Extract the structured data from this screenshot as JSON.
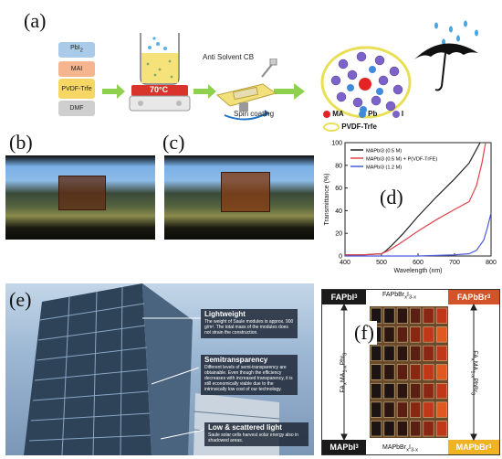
{
  "panels": {
    "a": "(a)",
    "b": "(b)",
    "c": "(c)",
    "d": "(d)",
    "e": "(e)",
    "f": "(f)"
  },
  "precursors": [
    "PbI2",
    "MAI",
    "PVDF-Trfe",
    "DMF"
  ],
  "colors": {
    "pbi2": "#a9cbe9",
    "mai": "#f4b58f",
    "pvdf": "#f6d766",
    "dmf": "#cfcfcf",
    "arrow": "#8fd14f",
    "hot_plate": "#d9342b"
  },
  "process": {
    "hot_plate_temp": "70°C",
    "anti_solvent": "Anti Solvent CB",
    "spin_coating": "Spin coating"
  },
  "legend_a": {
    "ma": "MA",
    "pb": "Pb",
    "i": "I",
    "pvdf": "PVDF-Trfe"
  },
  "chart_data": {
    "type": "line",
    "xlabel": "Wavelength (nm)",
    "ylabel": "Transmittance (%)",
    "xlim": [
      400,
      800
    ],
    "ylim": [
      0,
      100
    ],
    "xticks": [
      400,
      500,
      600,
      700,
      800
    ],
    "yticks": [
      0,
      20,
      40,
      60,
      80,
      100
    ],
    "series": [
      {
        "name": "MAPbI3 (0.5 M)",
        "color": "#222222",
        "x": [
          400,
          450,
          500,
          510,
          530,
          560,
          600,
          650,
          700,
          740,
          760,
          770
        ],
        "y": [
          1,
          1,
          2,
          4,
          10,
          20,
          35,
          52,
          68,
          82,
          94,
          100
        ]
      },
      {
        "name": "MAPbI3 (0.5 M) + P(VDF-TrFE)",
        "color": "#e0434b",
        "x": [
          400,
          450,
          500,
          520,
          550,
          600,
          650,
          700,
          740,
          760,
          775,
          785
        ],
        "y": [
          1,
          1,
          2,
          5,
          11,
          22,
          32,
          41,
          48,
          62,
          82,
          100
        ]
      },
      {
        "name": "MAPbI3 (1.2 M)",
        "color": "#4a5ad8",
        "x": [
          400,
          500,
          600,
          700,
          740,
          760,
          780,
          790,
          800
        ],
        "y": [
          0,
          0,
          0,
          1,
          2,
          5,
          14,
          25,
          38
        ]
      }
    ]
  },
  "building": {
    "lightweight_title": "Lightweight",
    "lightweight_text": "The weight of Saule modules is approx. 900 g/m². The total mass of the modules does not strain the construction.",
    "semi_title": "Semitransparency",
    "semi_text": "Different levels of semi-transparency are obtainable. Even though the efficiency decreases with increased transparency, it is still economically viable due to the intrinsically low cost of our technology.",
    "low_title": "Low & scattered light",
    "low_text": "Saule solar cells harvest solar energy also in shadowed areas."
  },
  "panel_f": {
    "tl": "FAPbI3",
    "tr": "FAPbBr3",
    "bl": "MAPbI3",
    "br": "MAPbBr3",
    "top": "FAPbBr_xI_3-x",
    "bottom": "MAPbBr_xI_3-x",
    "left": "FA_xMA_1-xPbI3",
    "right": "FA_xMA_1-xPbBr3"
  }
}
